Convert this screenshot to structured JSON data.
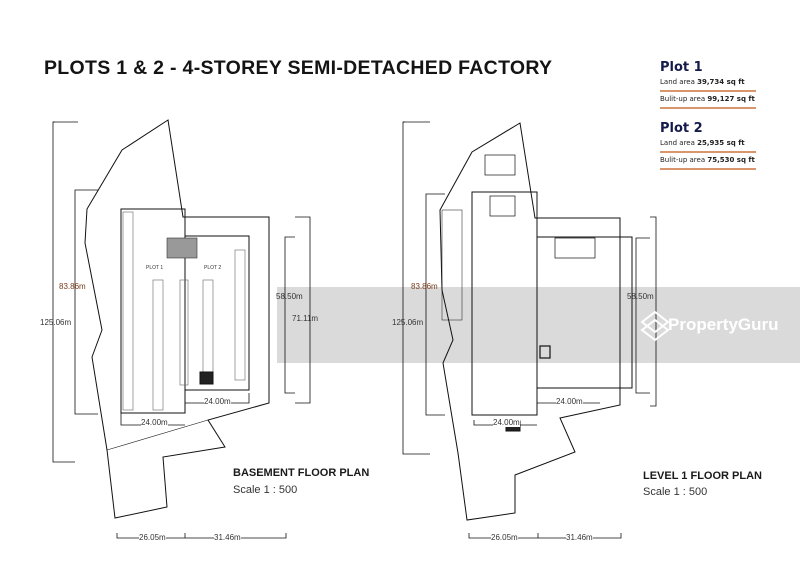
{
  "title": "PLOTS 1 & 2 - 4-STOREY SEMI-DETACHED FACTORY",
  "plots": [
    {
      "name": "Plot 1",
      "land_label": "Land area",
      "land_value": "39,734 sq ft",
      "builtup_label": "Bulit-up area",
      "builtup_value": "99,127 sq ft"
    },
    {
      "name": "Plot 2",
      "land_label": "Land area",
      "land_value": "25,935 sq ft",
      "builtup_label": "Bulit-up area",
      "builtup_value": "75,530 sq ft"
    }
  ],
  "basement": {
    "title": "BASEMENT FLOOR PLAN",
    "scale": "Scale 1 : 500",
    "plot1_label": "PLOT 1",
    "plot2_label": "PLOT 2",
    "dims": {
      "total_height": "125.06m",
      "left_height": "83.86m",
      "right_inner": "58.50m",
      "right_outer": "71.11m",
      "width_left": "24.00m",
      "width_right": "24.00m",
      "bottom_left": "26.05m",
      "bottom_right": "31.46m"
    }
  },
  "level1": {
    "title": "LEVEL 1 FLOOR PLAN",
    "scale": "Scale 1 : 500",
    "dims": {
      "total_height": "125.06m",
      "left_height": "83.86m",
      "right_inner": "58.50m",
      "width_left": "24.00m",
      "width_right": "24.00m",
      "bottom_left": "26.05m",
      "bottom_right": "31.46m"
    }
  },
  "watermark": "PropertyGuru"
}
